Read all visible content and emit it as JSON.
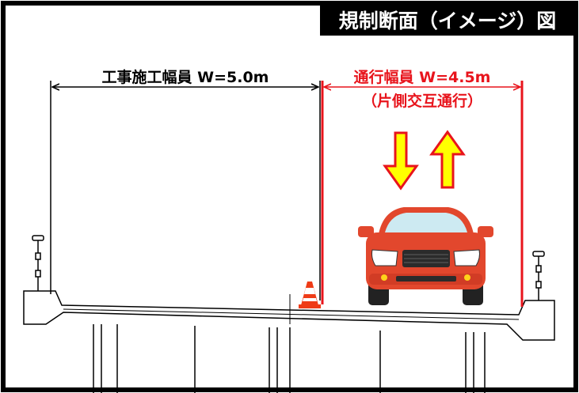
{
  "title": "規制断面（イメージ）図",
  "work_width": {
    "label": "工事施工幅員 W=5.0m"
  },
  "traffic_width": {
    "label": "通行幅員 W=4.5m",
    "sublabel": "（片側交互通行）"
  },
  "colors": {
    "frame": "#000000",
    "title_bg": "#000000",
    "title_text": "#ffffff",
    "traffic_red": "#e8141c",
    "arrow_fill": "#ffff00",
    "car_body": "#e2472d",
    "car_window": "#cdeaf2",
    "cone_orange": "#ef3b16"
  },
  "icons": {
    "down_arrow": "down-arrow-icon",
    "up_arrow": "up-arrow-icon",
    "car": "car-icon",
    "traffic_cone": "traffic-cone-icon",
    "guardrail_left": "guardrail-post-icon",
    "guardrail_right": "guardrail-post-icon"
  }
}
